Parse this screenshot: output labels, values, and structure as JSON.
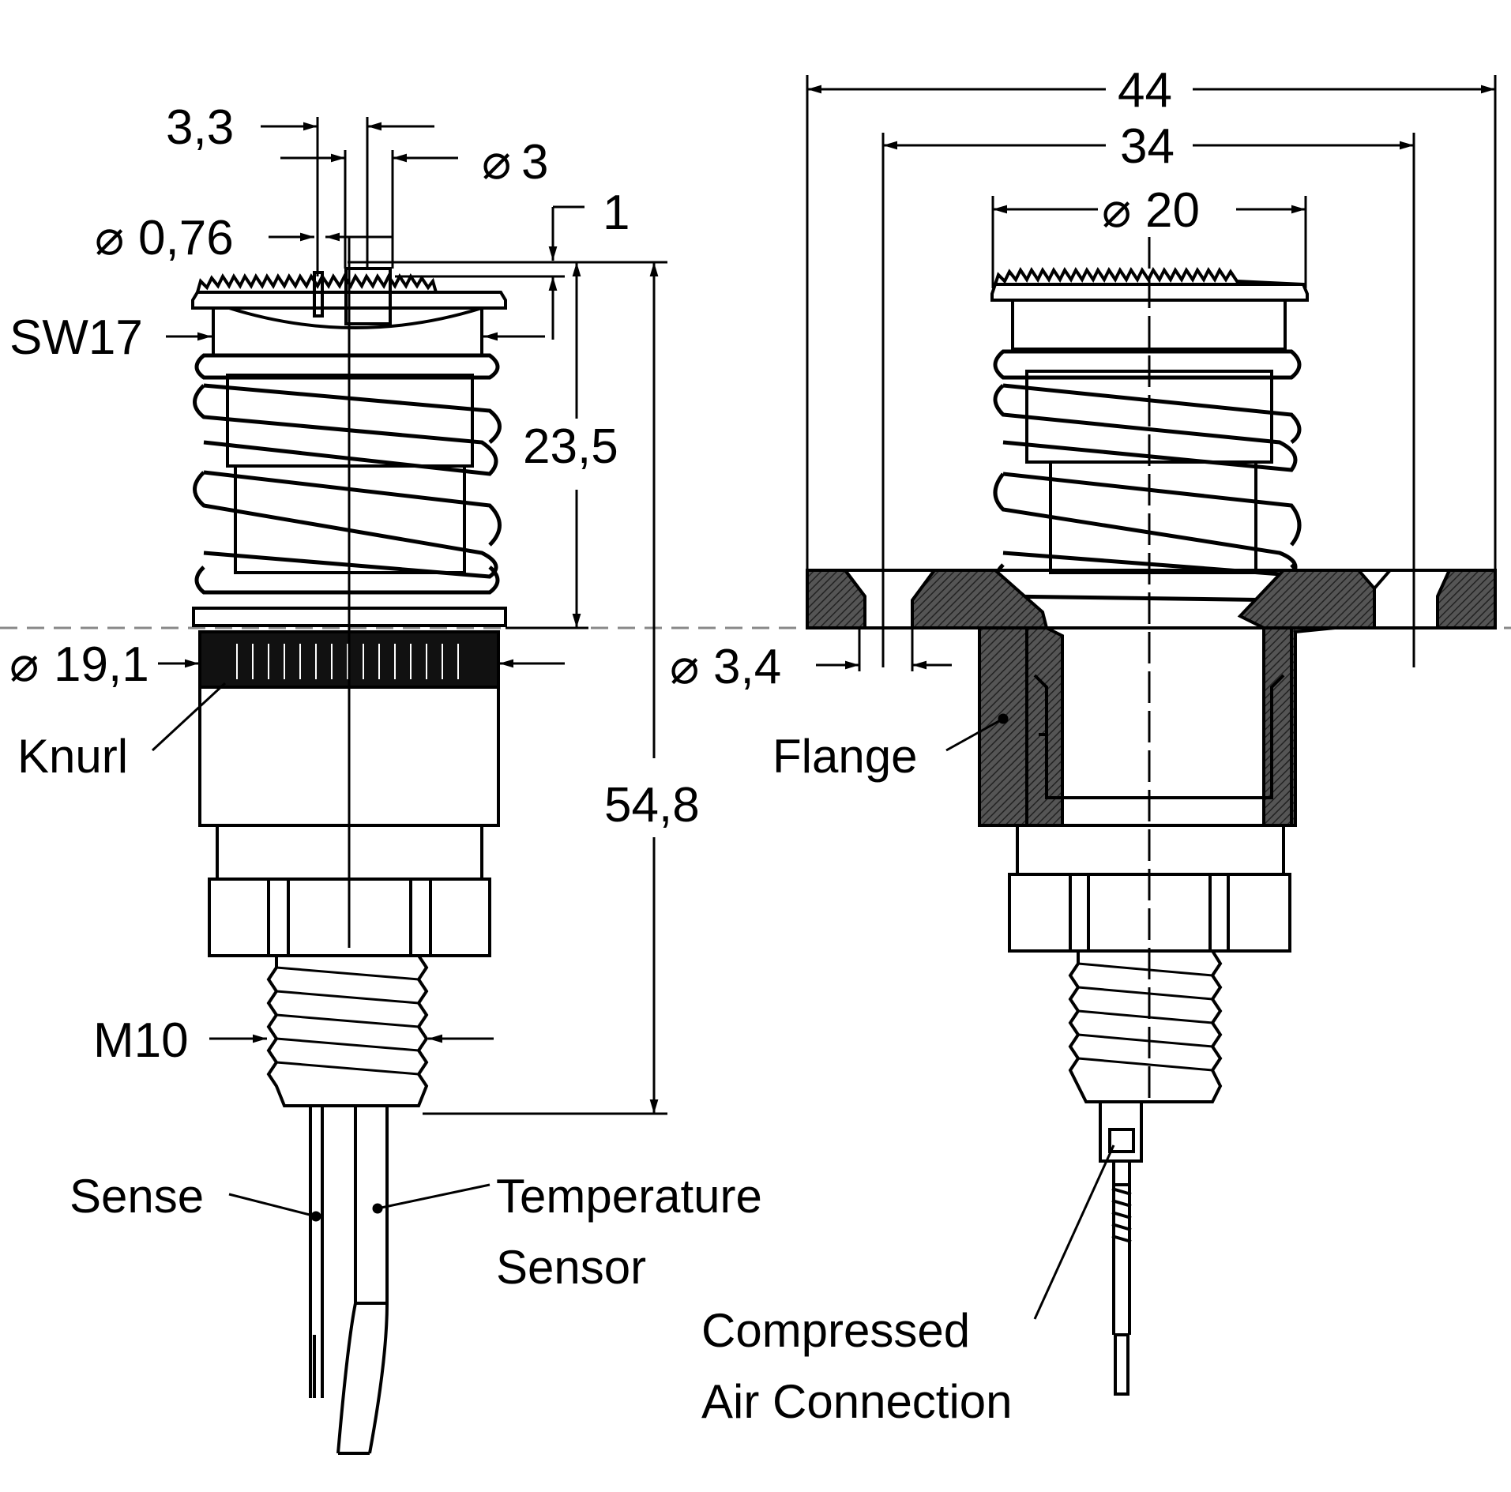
{
  "drawing": {
    "line_color": "#000000",
    "background": "#ffffff",
    "section_line_color": "#888888",
    "hatch_color": "#333333",
    "left_view": {
      "dim_3_3": "3,3",
      "dim_dia_3": "3",
      "dim_1": "1",
      "dim_dia_0_76": "0,76",
      "dim_sw17": "SW17",
      "dim_23_5": "23,5",
      "dim_dia_19_1": "19,1",
      "dim_54_8": "54,8",
      "dim_m10": "M10",
      "label_knurl": "Knurl",
      "label_sense": "Sense",
      "label_temperature_1": "Temperature",
      "label_temperature_2": "Sensor"
    },
    "right_view": {
      "dim_44": "44",
      "dim_34": "34",
      "dim_dia_20": "20",
      "dim_dia_3_4": "3,4",
      "label_flange": "Flange",
      "label_air_1": "Compressed",
      "label_air_2": "Air Connection"
    }
  }
}
